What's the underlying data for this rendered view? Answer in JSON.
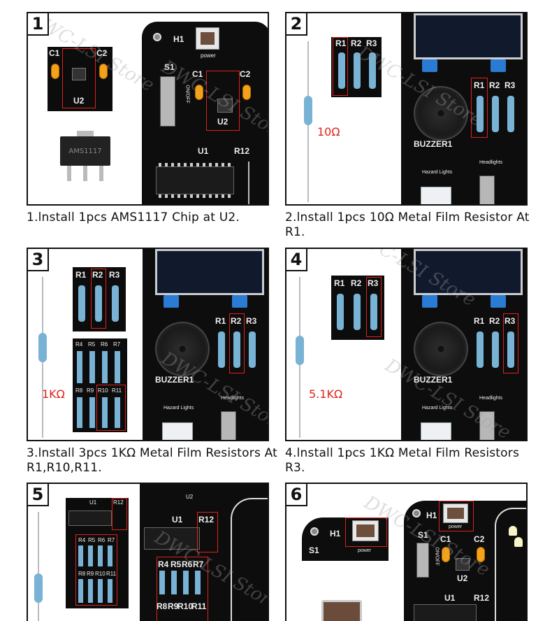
{
  "watermark": "DWC-LSI Store",
  "panels": [
    {
      "number": "1",
      "caption": "1.lnstall 1pcs AMS1117 Chip at U2.",
      "labels": {
        "c1": "C1",
        "c2": "C2",
        "u2": "U2",
        "h1": "H1",
        "power": "power",
        "s1": "S1",
        "onoff": "ON/OFF",
        "u1": "U1",
        "r12": "R12",
        "chip_text": "AMS1117"
      }
    },
    {
      "number": "2",
      "caption": "2.lnstall 1pcs 10Ω Metal Film Resistor At R1.",
      "value": "10Ω",
      "labels": {
        "r1": "R1",
        "r2": "R2",
        "r3": "R3",
        "buzzer": "BUZZER1",
        "hazard": "Hazard Lights",
        "headlights": "Headlights"
      }
    },
    {
      "number": "3",
      "caption": "3.lnstall 3pcs 1KΩ Metal Film Resistors At R1,R10,R11.",
      "value": "1KΩ",
      "labels": {
        "r1": "R1",
        "r2": "R2",
        "r3": "R3",
        "r4": "R4",
        "r5": "R5",
        "r6": "R6",
        "r7": "R7",
        "r8": "R8",
        "r9": "R9",
        "r10": "R10",
        "r11": "R11",
        "buzzer": "BUZZER1",
        "hazard": "Hazard Lights",
        "headlights": "Headlights"
      }
    },
    {
      "number": "4",
      "caption": "4.lnstall 1pcs 1KΩ Metal Film Resistors R3.",
      "value": "5.1KΩ",
      "labels": {
        "r1": "R1",
        "r2": "R2",
        "r3": "R3",
        "buzzer": "BUZZER1",
        "hazard": "Hazard Lights",
        "headlights": "Headlights"
      }
    },
    {
      "number": "5",
      "labels": {
        "u1": "U1",
        "u2": "U2",
        "r12": "R12",
        "r4": "R4",
        "r5": "R5",
        "r6": "R6",
        "r7": "R7",
        "r8": "R8",
        "r9": "R9",
        "r10": "R10",
        "r11": "R11"
      }
    },
    {
      "number": "6",
      "labels": {
        "h1": "H1",
        "s1": "S1",
        "power": "power",
        "c1": "C1",
        "c2": "C2",
        "u2": "U2",
        "u1": "U1",
        "r12": "R12",
        "onoff": "ON/OFF"
      }
    }
  ]
}
